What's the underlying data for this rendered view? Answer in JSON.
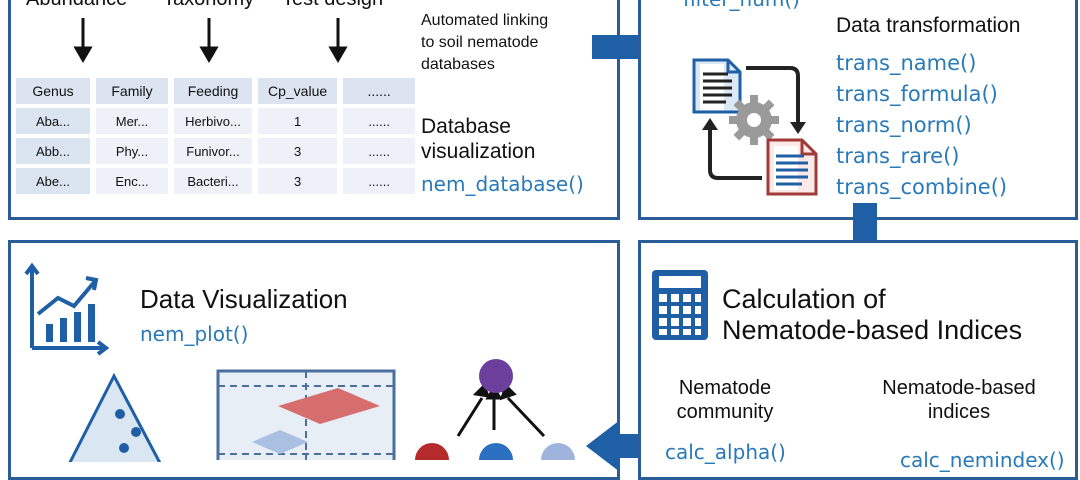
{
  "top_labels": [
    "Abundance",
    "Taxonomy",
    "Test design"
  ],
  "table": {
    "headers": [
      "Genus",
      "Family",
      "Feeding",
      "Cp_value",
      "......"
    ],
    "rows": [
      [
        "Aba...",
        "Mer...",
        "Herbivo...",
        "1",
        "......"
      ],
      [
        "Abb...",
        "Phy...",
        "Funivor...",
        "3",
        "......"
      ],
      [
        "Abe...",
        "Enc...",
        "Bacteri...",
        "3",
        "......"
      ]
    ]
  },
  "linking_text": [
    "Automated linking",
    "to soil nematode",
    "databases"
  ],
  "db_vis_title": [
    "Database",
    "visualization"
  ],
  "db_vis_func": "nem_database()",
  "filter_func": "filter_num()",
  "transform": {
    "title": "Data transformation",
    "funcs": [
      "trans_name()",
      "trans_formula()",
      "trans_norm()",
      "trans_rare()",
      "trans_combine()"
    ]
  },
  "viz": {
    "title": "Data Visualization",
    "func": "nem_plot()"
  },
  "calc": {
    "title_line1": "Calculation of",
    "title_line2": "Nematode-based Indices",
    "col1": [
      "Nematode",
      "community"
    ],
    "col2": [
      "Nematode-based",
      "indices"
    ],
    "func1": "calc_alpha()",
    "func2": "calc_nemindex()"
  },
  "colors": {
    "border": "#2a5d97",
    "arrow": "#1f5fa6",
    "code": "#2a7ab8"
  }
}
